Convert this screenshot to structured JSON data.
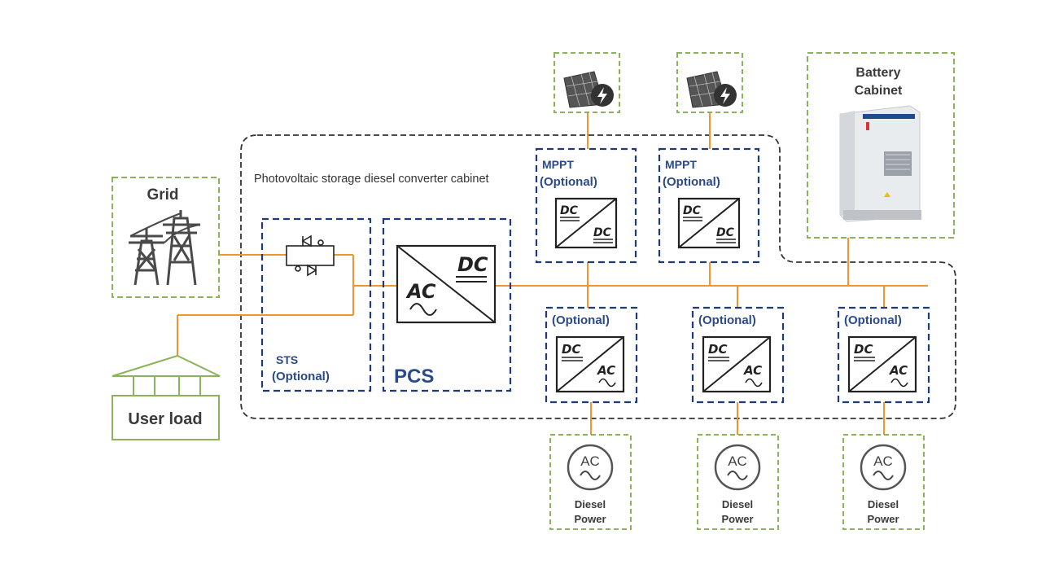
{
  "cabinet": {
    "label": "Photovoltaic storage diesel converter cabinet"
  },
  "grid": {
    "label": "Grid"
  },
  "user_load": {
    "label": "User load"
  },
  "sts": {
    "label": "STS",
    "optional": "(Optional)"
  },
  "pcs": {
    "label": "PCS",
    "ac": "AC",
    "dc": "DC"
  },
  "battery": {
    "label_line1": "Battery",
    "label_line2": "Cabinet"
  },
  "mppt": [
    {
      "label": "MPPT",
      "optional": "(Optional)",
      "top": "DC",
      "bottom": "DC"
    },
    {
      "label": "MPPT",
      "optional": "(Optional)",
      "top": "DC",
      "bottom": "DC"
    }
  ],
  "dcac": [
    {
      "optional": "(Optional)",
      "top": "DC",
      "bottom": "AC"
    },
    {
      "optional": "(Optional)",
      "top": "DC",
      "bottom": "AC"
    },
    {
      "optional": "(Optional)",
      "top": "DC",
      "bottom": "AC"
    }
  ],
  "diesel": [
    {
      "ac": "AC",
      "line1": "Diesel",
      "line2": "Power"
    },
    {
      "ac": "AC",
      "line1": "Diesel",
      "line2": "Power"
    },
    {
      "ac": "AC",
      "line1": "Diesel",
      "line2": "Power"
    }
  ],
  "colors": {
    "green_dash": "#8bb45a",
    "navy_dash": "#1f3a78",
    "orange_line": "#f0962d",
    "label_blue": "#2a4a8c",
    "dark": "#3a3a3a",
    "green_text": "#5c7a34"
  },
  "icons": [
    "transmission-tower-icon",
    "house-icon",
    "solar-panel-icon",
    "lightning-icon",
    "sine-wave-icon",
    "thyristor-icon",
    "battery-cabinet-icon"
  ]
}
